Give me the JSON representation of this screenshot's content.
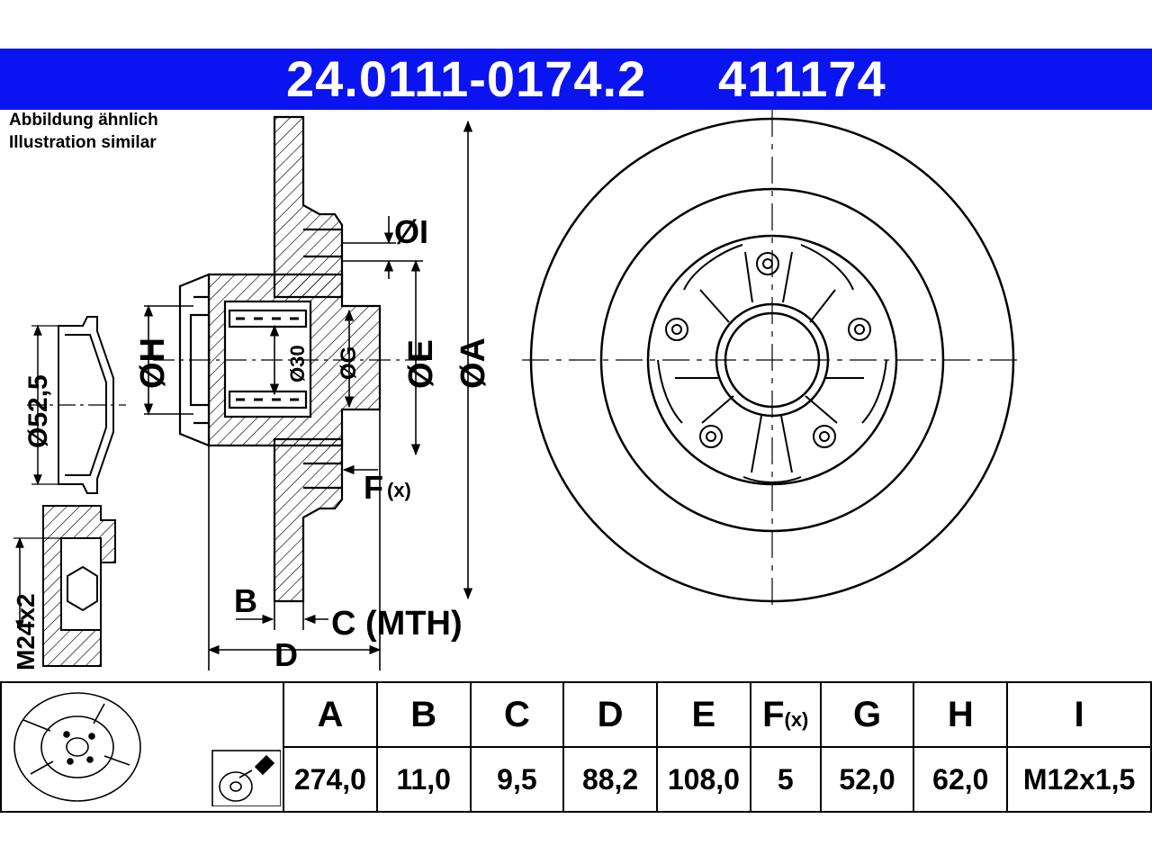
{
  "header": {
    "part_number": "24.0111-0174.2",
    "ref_number": "411174",
    "bar_color": "#0a14f0"
  },
  "notes": {
    "de": "Abbildung ähnlich",
    "en": "Illustration similar"
  },
  "drawing_labels": {
    "dia_I": "ØI",
    "dia_H": "ØH",
    "dia_30": "Ø30",
    "dia_G": "ØG",
    "dia_E": "ØE",
    "dia_A": "ØA",
    "dia_52_5": "Ø52,5",
    "thread": "M24x2",
    "B": "B",
    "C": "C (MTH)",
    "D": "D",
    "F": "F",
    "F_sub": "(x)"
  },
  "icons": {
    "disc_thumbnail": "brake-disc-icon",
    "spray_icon": "spray-cleaner-icon"
  },
  "spec_table": {
    "columns": [
      "A",
      "B",
      "C",
      "D",
      "E",
      "F",
      "G",
      "H",
      "I"
    ],
    "f_suffix": "(x)",
    "values": [
      "274,0",
      "11,0",
      "9,5",
      "88,2",
      "108,0",
      "5",
      "52,0",
      "62,0",
      "M12x1,5"
    ]
  }
}
